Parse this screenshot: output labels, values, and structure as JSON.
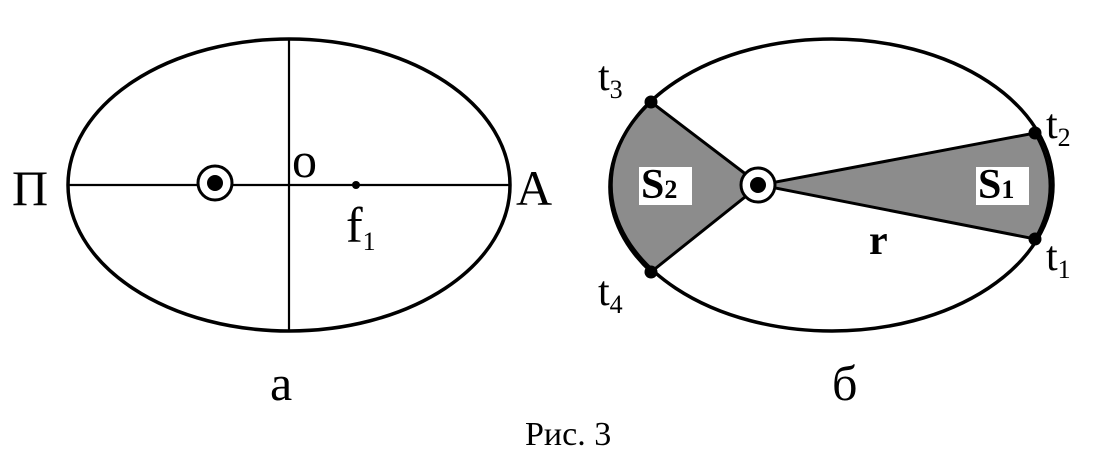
{
  "figure_a": {
    "perihelion_label": "П",
    "aphelion_label": "А",
    "center_label": "о",
    "focus_label": "f",
    "focus_sub": "1",
    "panel_label": "а"
  },
  "figure_b": {
    "t1": {
      "base": "t",
      "sub": "1"
    },
    "t2": {
      "base": "t",
      "sub": "2"
    },
    "t3": {
      "base": "t",
      "sub": "3"
    },
    "t4": {
      "base": "t",
      "sub": "4"
    },
    "s1": {
      "base": "S",
      "sub": "1"
    },
    "s2": {
      "base": "S",
      "sub": "2"
    },
    "radius_label": "r",
    "panel_label": "б"
  },
  "caption": "Рис. 3",
  "colors": {
    "line": "#000000",
    "sector_fill": "#8c8c8c",
    "background": "#ffffff"
  }
}
